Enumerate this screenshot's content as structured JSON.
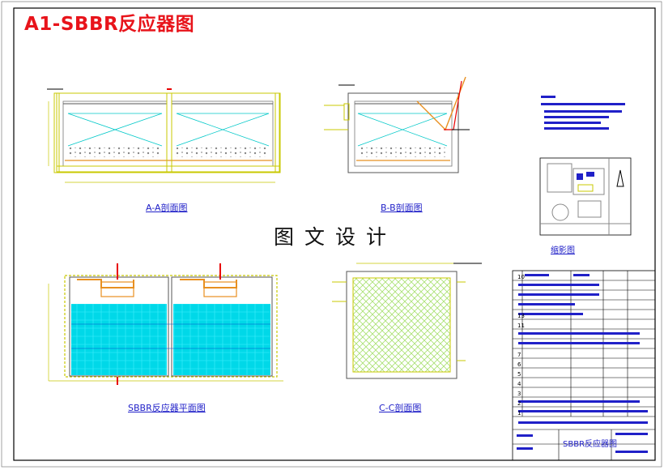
{
  "title": "A1-SBBR反应器图",
  "center_text": "图文设计",
  "views": {
    "aa_caption": "A-A剖面图",
    "bb_caption": "B-B剖面图",
    "plan_caption": "SBBR反应器平面图",
    "cc_caption": "C-C剖面图",
    "location_caption": "缩影图"
  },
  "title_block": {
    "drawing_name": "SBBR反应器图",
    "rows": [
      "7",
      "6",
      "5",
      "4",
      "3",
      "2",
      "1",
      "13",
      "11",
      "10"
    ]
  },
  "colors": {
    "frame": "#000000",
    "title": "#e8141b",
    "wall": "#c8c800",
    "water": "#00c8c8",
    "fill_green": "#a8e070",
    "pipe": "#e89020",
    "dim_red": "#e80000",
    "label_blue": "#2020c8"
  }
}
